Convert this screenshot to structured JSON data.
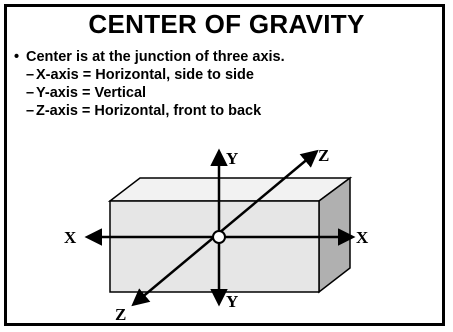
{
  "slide": {
    "title": "CENTER OF GRAVITY",
    "bullet": "Center is at the junction of three axis.",
    "sub_items": [
      "X-axis = Horizontal, side to side",
      "Y-axis = Vertical",
      "Z-axis = Horizontal, front to back"
    ]
  },
  "diagram": {
    "labels": {
      "x_left": "X",
      "x_right": "X",
      "y_top": "Y",
      "y_bottom": "Y",
      "z_top": "Z",
      "z_bottom": "Z"
    },
    "colors": {
      "front_face": "#e6e6e6",
      "top_face": "#f2f2f2",
      "side_face": "#b0b0b0",
      "line": "#000000"
    }
  }
}
